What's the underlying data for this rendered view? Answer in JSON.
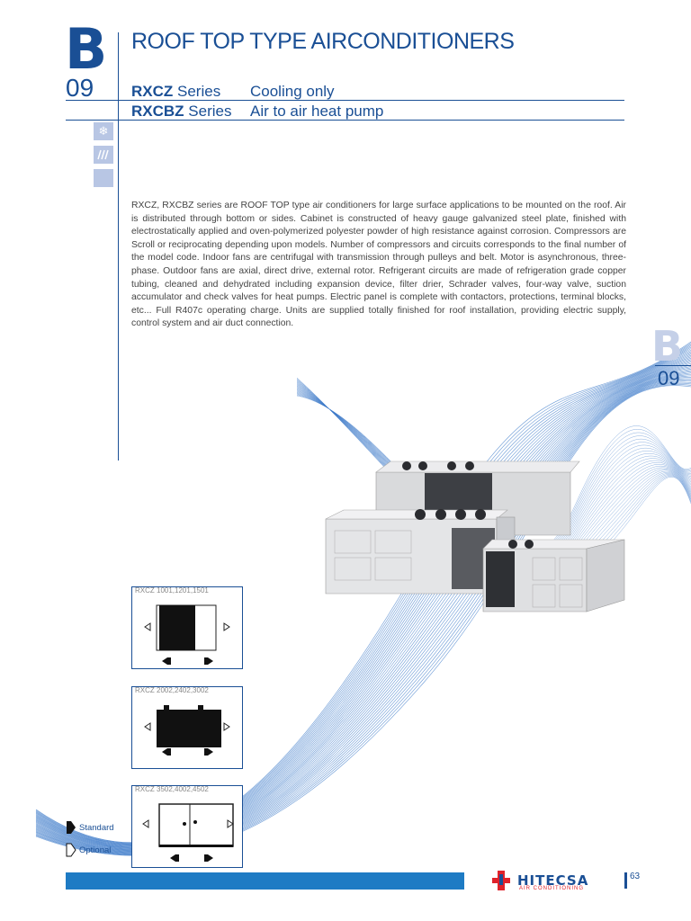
{
  "section": {
    "letter": "B",
    "number": "09"
  },
  "title": "ROOF TOP TYPE AIRCONDITIONERS",
  "series": [
    {
      "code": "RXCZ",
      "suffix": "Series",
      "description": "Cooling only"
    },
    {
      "code": "RXCBZ",
      "suffix": "Series",
      "description": "Air to air heat pump"
    }
  ],
  "mode_icons": [
    "snowflake-icon",
    "heat-waves-icon",
    "blank-icon"
  ],
  "body": "RXCZ, RXCBZ series are ROOF TOP type air conditioners for large surface applications to be mounted on the roof. Air is distributed through bottom or sides. Cabinet is constructed of heavy gauge galvanized steel plate, finished with electrostatically applied and oven-polymerized polyester powder of high resistance against corrosion. Compressors are Scroll or reciprocating depending upon models. Number of compressors and circuits corresponds to the final number of the model code. Indoor fans are centrifugal with transmission through pulleys and belt. Motor is asynchronous, three-phase. Outdoor fans are axial, direct drive, external rotor. Refrigerant circuits are made of refrigeration grade copper tubing, cleaned and dehydrated including expansion device, filter drier, Schrader valves, four-way valve, suction accumulator and check valves for heat pumps. Electric panel is complete with contactors, protections, terminal blocks, etc... Full R407c operating charge. Units are supplied totally finished for roof installation, providing electric supply, control system and air duct connection.",
  "diagrams": [
    {
      "caption": "RXCZ 1001,1201,1501"
    },
    {
      "caption": "RXCZ 2002,2402,3002"
    },
    {
      "caption": "RXCZ 3502,4002,4502"
    }
  ],
  "legend": {
    "standard": "Standard",
    "optional": "Optional"
  },
  "brand": {
    "name": "HITECSA",
    "tagline": "AIR CONDITIONING"
  },
  "page_number": "63",
  "colors": {
    "primary": "#1a4f95",
    "footer_bar": "#1e7bc4",
    "icon_bg": "#b8c6e4",
    "wave": "#3a78c8",
    "logo_red": "#e0222a"
  }
}
